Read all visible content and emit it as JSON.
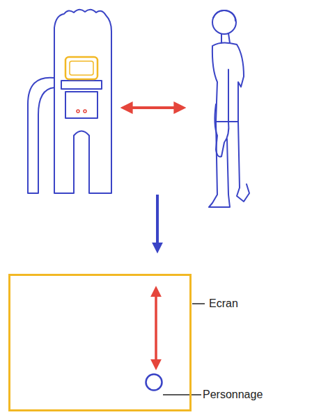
{
  "diagram": {
    "nodes": [
      {
        "text": [
          "Ecran"
        ]
      },
      {
        "text": [
          "Personnage"
        ],
        "in": 0
      }
    ]
  }
}
